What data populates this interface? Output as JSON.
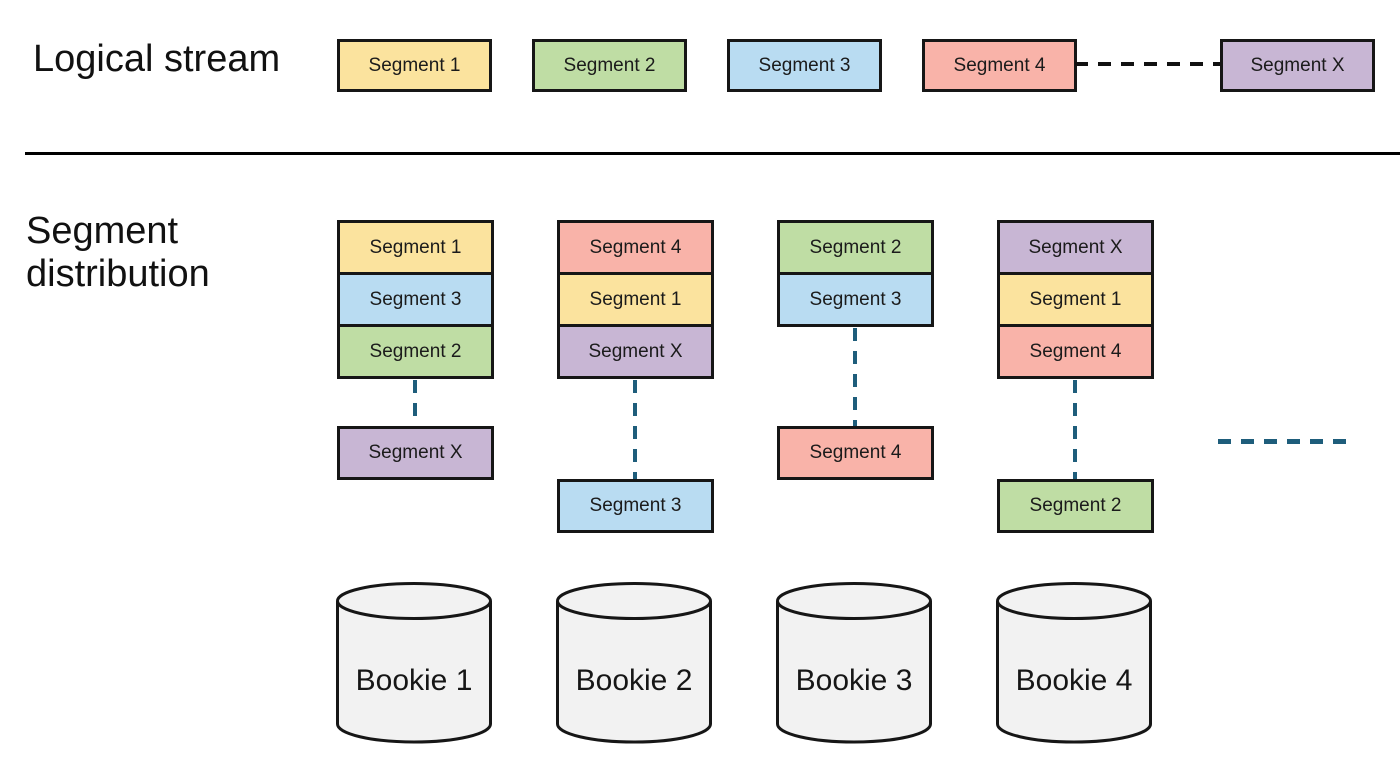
{
  "labels": {
    "logical_stream": "Logical stream",
    "segment_distribution": "Segment distribution"
  },
  "colors": {
    "seg1": "#FBE39E",
    "seg2": "#BFDDA4",
    "seg3": "#B9DCF2",
    "seg4": "#F9B3A9",
    "segX": "#C8B6D4",
    "border": "#161616",
    "connector": "#1E5D7B",
    "stream_dash": "#111111",
    "cylinder_fill": "#F2F2F2"
  },
  "logical_stream": {
    "segments": [
      {
        "id": "seg1",
        "label": "Segment 1"
      },
      {
        "id": "seg2",
        "label": "Segment 2"
      },
      {
        "id": "seg3",
        "label": "Segment 3"
      },
      {
        "id": "seg4",
        "label": "Segment 4"
      },
      {
        "id": "segX",
        "label": "Segment X"
      }
    ]
  },
  "distribution": {
    "columns": [
      {
        "bookie": "Bookie 1",
        "stack": [
          {
            "id": "seg1",
            "label": "Segment 1"
          },
          {
            "id": "seg3",
            "label": "Segment 3"
          },
          {
            "id": "seg2",
            "label": "Segment 2"
          }
        ],
        "floating": {
          "id": "segX",
          "label": "Segment X"
        }
      },
      {
        "bookie": "Bookie 2",
        "stack": [
          {
            "id": "seg4",
            "label": "Segment 4"
          },
          {
            "id": "seg1",
            "label": "Segment 1"
          },
          {
            "id": "segX",
            "label": "Segment X"
          }
        ],
        "floating": {
          "id": "seg3",
          "label": "Segment 3"
        }
      },
      {
        "bookie": "Bookie 3",
        "stack": [
          {
            "id": "seg2",
            "label": "Segment 2"
          },
          {
            "id": "seg3",
            "label": "Segment 3"
          }
        ],
        "floating": {
          "id": "seg4",
          "label": "Segment 4"
        }
      },
      {
        "bookie": "Bookie 4",
        "stack": [
          {
            "id": "segX",
            "label": "Segment X"
          },
          {
            "id": "seg1",
            "label": "Segment 1"
          },
          {
            "id": "seg4",
            "label": "Segment 4"
          }
        ],
        "floating": {
          "id": "seg2",
          "label": "Segment 2"
        }
      }
    ]
  }
}
